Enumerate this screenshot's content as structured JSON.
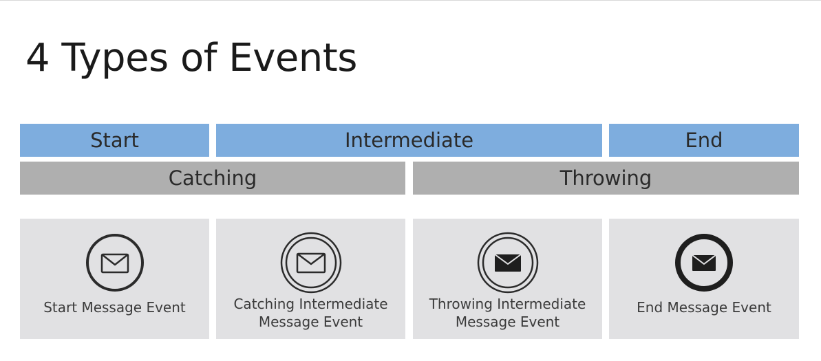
{
  "title": "4 Types of Events",
  "categories": {
    "start": "Start",
    "intermediate": "Intermediate",
    "end": "End"
  },
  "behaviors": {
    "catching": "Catching",
    "throwing": "Throwing"
  },
  "events": [
    {
      "lines": [
        "Start Message Event"
      ],
      "icon": "envelope-outline-single-circle-icon"
    },
    {
      "lines": [
        "Catching Intermediate",
        "Message Event"
      ],
      "icon": "envelope-outline-double-circle-icon"
    },
    {
      "lines": [
        "Throwing Intermediate",
        "Message Event"
      ],
      "icon": "envelope-filled-double-circle-icon"
    },
    {
      "lines": [
        "End Message Event"
      ],
      "icon": "envelope-filled-thick-circle-icon"
    }
  ],
  "colors": {
    "category_band": "#7eadde",
    "behavior_band": "#afafaf",
    "card": "#e1e1e3",
    "icon_stroke": "#2b2b2b"
  }
}
